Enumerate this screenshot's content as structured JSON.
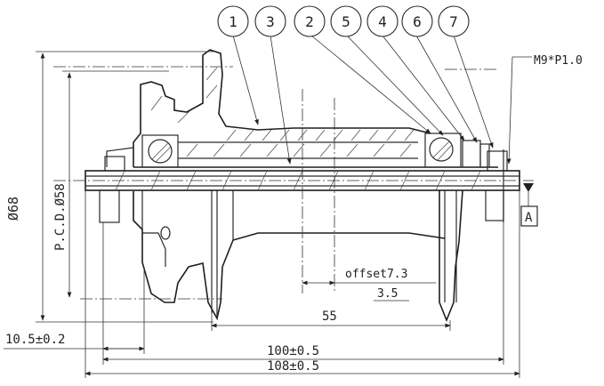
{
  "balloons": [
    {
      "label": "1"
    },
    {
      "label": "3"
    },
    {
      "label": "2"
    },
    {
      "label": "5"
    },
    {
      "label": "4"
    },
    {
      "label": "6"
    },
    {
      "label": "7"
    }
  ],
  "thread_callout": "M9*P1.0",
  "dimensions": {
    "dia_flange": "Ø68",
    "pcd": "P.C.D.Ø58",
    "offset": "offset7.3",
    "offset_small": "3.5",
    "flange_spacing": "55",
    "flange_offset": "10.5±0.2",
    "old": "100±0.5",
    "axle_length": "108±0.5"
  },
  "datum": {
    "label": "A"
  }
}
